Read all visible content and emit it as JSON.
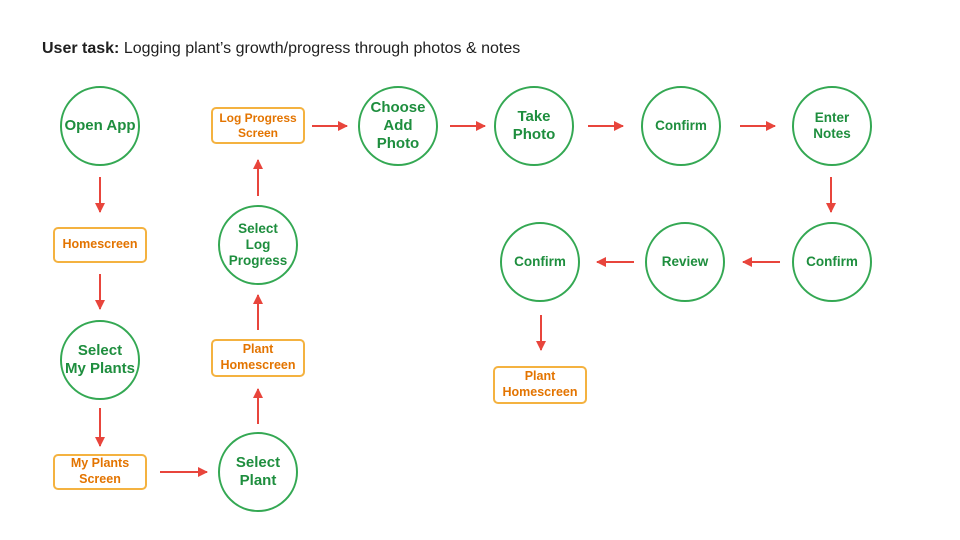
{
  "title": {
    "prefix": "User task:",
    "text": "Logging plant’s growth/progress through photos & notes"
  },
  "nodes": {
    "open_app": "Open App",
    "homescreen": "Homescreen",
    "select_my_plants": "Select\nMy Plants",
    "my_plants_screen": "My Plants\nScreen",
    "select_plant": "Select\nPlant",
    "plant_homescreen_1": "Plant\nHomescreen",
    "select_log_progress": "Select\nLog\nProgress",
    "log_progress_screen": "Log Progress\nScreen",
    "choose_add_photo": "Choose\nAdd\nPhoto",
    "take_photo": "Take\nPhoto",
    "confirm_1": "Confirm",
    "enter_notes": "Enter\nNotes",
    "confirm_2": "Confirm",
    "review": "Review",
    "confirm_3": "Confirm",
    "plant_homescreen_2": "Plant\nHomescreen"
  },
  "colors": {
    "action_circle": "#34a853",
    "screen_box": "#f4b240",
    "arrow": "#e8453c"
  }
}
